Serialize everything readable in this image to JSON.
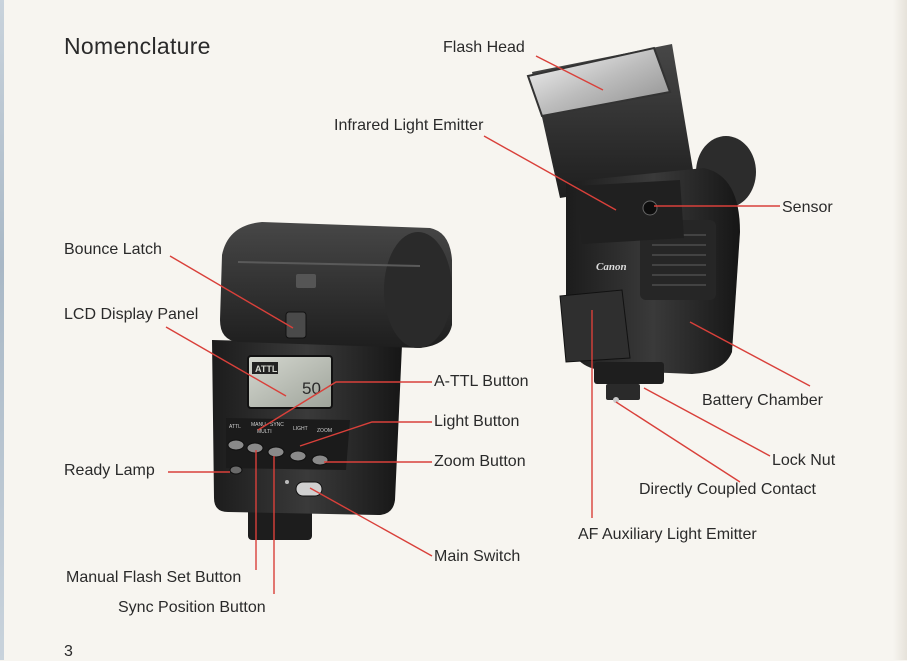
{
  "page": {
    "title": "Nomenclature",
    "page_number": "3"
  },
  "labels": {
    "flash_head": "Flash Head",
    "infrared_light_emitter": "Infrared Light Emitter",
    "sensor": "Sensor",
    "bounce_latch": "Bounce Latch",
    "lcd_display_panel": "LCD Display Panel",
    "a_ttl_button": "A-TTL Button",
    "light_button": "Light Button",
    "zoom_button": "Zoom Button",
    "ready_lamp": "Ready Lamp",
    "main_switch": "Main Switch",
    "manual_flash_set_button": "Manual Flash Set Button",
    "sync_position_button": "Sync Position Button",
    "battery_chamber": "Battery Chamber",
    "lock_nut": "Lock Nut",
    "directly_coupled_contact": "Directly Coupled Contact",
    "af_auxiliary_light_emitter": "AF Auxiliary Light Emitter"
  },
  "device": {
    "brand": "Canon",
    "lcd_mode": "ATTL",
    "lcd_value": "50",
    "button_labels": [
      "ATTL",
      "MANU",
      "SYNC",
      "LIGHT",
      "ZOOM"
    ],
    "button_sublabel": "MULTI"
  },
  "colors": {
    "leader_line": "#d9403a",
    "body": "#2b2b2b"
  }
}
